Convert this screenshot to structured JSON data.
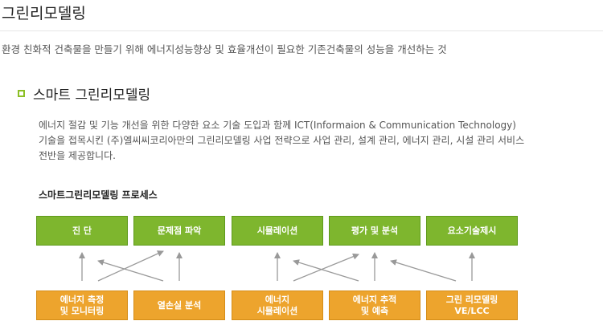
{
  "page": {
    "title": "그린리모델링",
    "description": "환경 친화적 건축물을 만들기 위해 에너지성능향상 및 효율개선이 필요한 기존건축물의 성능을 개선하는 것"
  },
  "section": {
    "title": "스마트 그린리모델링",
    "body_lines": [
      "에너지 절감 및 기능 개선을 위한 다양한 요소 기술 도입과 함께 ICT(Informaion & Communication Technology)",
      "기술을 접목시킨 (주)엘씨씨코리아만의 그린리모델링 사업 전략으로 사업 관리, 설계 관리, 에너지 관리, 시설 관리 서비스",
      "전반을 제공합니다."
    ],
    "process_title": "스마트그린리모델링 프로세스"
  },
  "process": {
    "top_steps": [
      "진    단",
      "문제점 파악",
      "시뮬레이션",
      "평가 및 분석",
      "요소기술제시"
    ],
    "bottom_steps": [
      [
        "에너지 측정",
        "및 모니터링"
      ],
      [
        "열손실 분석"
      ],
      [
        "에너지",
        "시뮬레이션"
      ],
      [
        "에너지 추적",
        "및 예측"
      ],
      [
        "그린 리모델링",
        "VE/LCC"
      ]
    ]
  },
  "colors": {
    "green": "#7eb62e",
    "orange": "#eda42d",
    "arrow": "#999999",
    "bullet": "#8cbf26"
  }
}
